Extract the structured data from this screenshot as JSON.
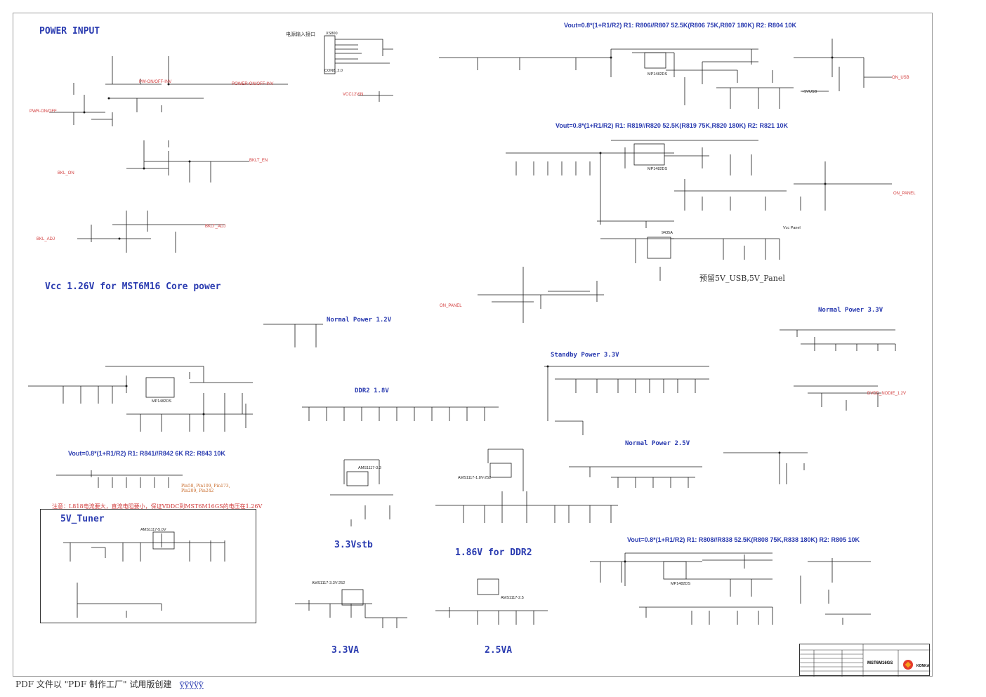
{
  "footer": {
    "text": "PDF 文件以 \"PDF 制作工厂\" 试用版创建",
    "link": "ÿÿÿÿÿ"
  },
  "titles": {
    "power_input": "POWER INPUT",
    "vcc_core": "Vcc 1.26V for MST6M16 Core power",
    "tuner": "5V_Tuner",
    "normal_12": "Normal Power 1.2V",
    "ddr2_18": "DDR2 1.8V",
    "standby_33": "Standby Power 3.3V",
    "normal_33": "Normal Power 3.3V",
    "normal_25": "Normal Power 2.5V",
    "stb_33": "3.3Vstb",
    "ddr_186": "1.86V for DDR2",
    "va_33": "3.3VA",
    "va_25": "2.5VA",
    "reserve": "预留5V_USB,5V_Panel"
  },
  "formulas": {
    "f1": "Vout=0.8*(1+R1/R2)   R1: R806//R807 52.5K(R806 75K,R807 180K)  R2: R804 10K",
    "f2": "Vout=0.8*(1+R1/R2)   R1: R819//R820 52.5K(R819 75K,R820 180K)  R2: R821 10K",
    "f3": "Vout=0.8*(1+R1/R2)   R1: R841//R842  6K  R2: R843 10K",
    "f4": "Vout=0.8*(1+R1/R2)   R1: R808//R838 52.5K(R808 75K,R838 180K)  R2: R805 10K"
  },
  "notes": {
    "power_if": "电源输入接口",
    "l818": "注意：L818电流要大，直流电阻要小，保证VDDC到MST6M16GS的电压在1.26V",
    "pins": "Pin58, Pin109, Pin173,",
    "pins2": "Pin209, Pin242"
  },
  "nets": {
    "pwr_onoff": "PWR-ON/OFF",
    "pw_onoff_inv": "PW-ON/OFF-INV",
    "power_onoff_inv": "POWER-ON/OFF-INV",
    "bklt_en": "BKLT_EN",
    "bkl_on": "BKL_ON",
    "bkl_adj": "BKL_ADJ",
    "bklt_adj": "BKLT_ADJ",
    "vcc12vin": "VCC12VIN",
    "on_usb": "ON_USB",
    "on_panel": "ON_PANEL",
    "on_panel2": "ON_PANEL",
    "plus5vusb": "+5VUSB",
    "vcc_panel": "Vcc Panel",
    "dvdd_nodie": "DVDD_NODIE_1.2V"
  },
  "parts": {
    "xs": "XS800",
    "con": "CON8_2.0",
    "ic_n803": "MP1482DS",
    "ic_n802": "MP1482DS",
    "ic_n801": "MP1482DS",
    "ic_n805": "MP1482DS",
    "ic_n807": "AMS1117-3.3",
    "ic_n806": "AMS1117-1.8V-252",
    "ic_n804": "AMS1117-5.0V",
    "ic_n808": "AMS1117-3.3V-252",
    "ic_n810": "AMS1117-2.5",
    "v801": "9435A",
    "konka": "KONKA",
    "model": "MST6M16GS"
  },
  "colors": {
    "title": "#2a3bb0",
    "net": "#d23b3b",
    "wire": "#1a1a1a"
  }
}
